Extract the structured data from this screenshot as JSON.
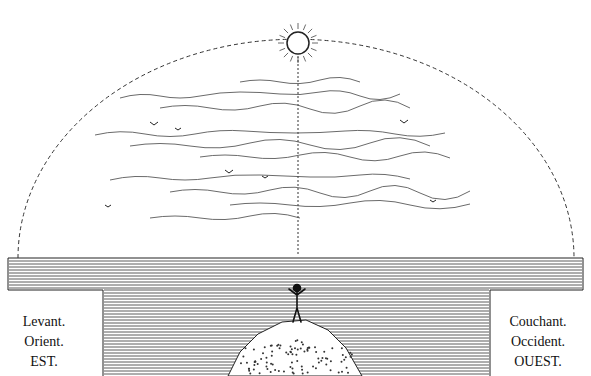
{
  "diagram": {
    "labels": [
      "Levant.",
      "Orient.",
      "EST.",
      "Couchant.",
      "Occident.",
      "OUEST."
    ]
  }
}
